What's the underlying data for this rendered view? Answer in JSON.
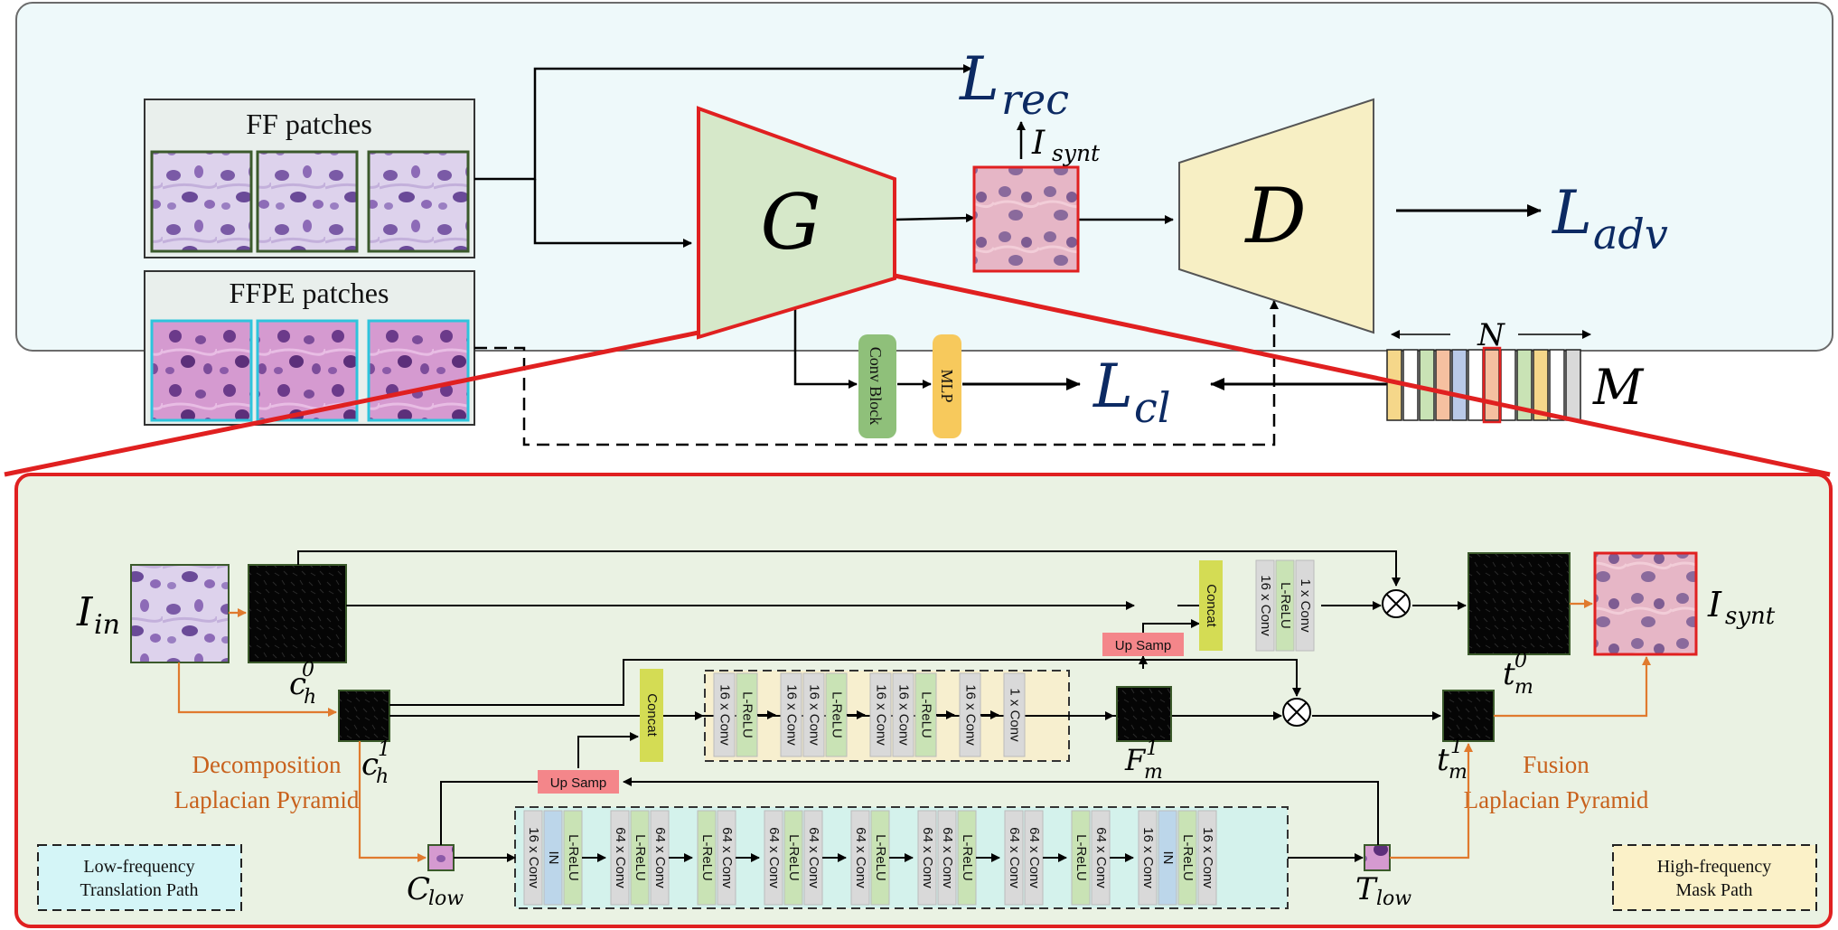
{
  "top": {
    "ff_title": "FF patches",
    "ffpe_title": "FFPE patches",
    "G": "G",
    "D": "D",
    "L_rec": {
      "base": "L",
      "sub": "rec"
    },
    "L_adv": {
      "base": "L",
      "sub": "adv"
    },
    "L_cl": {
      "base": "L",
      "sub": "cl"
    },
    "I_synt": {
      "base": "I",
      "sub": "synt"
    },
    "conv_block": "Conv Block",
    "mlp": "MLP",
    "N": "N",
    "M": "M",
    "bank_colors": [
      "#f5d78a",
      "#ffffff",
      "#c9e3b5",
      "#f5c0a0",
      "#b9c9e8",
      "#ffffff",
      "#f5c0a0",
      "#ffffff",
      "#c9e3b5",
      "#f5d78a",
      "#ffffff",
      "#d9d9d9"
    ]
  },
  "bottom": {
    "I_in": {
      "base": "I",
      "sub": "in"
    },
    "I_synt": {
      "base": "I",
      "sub": "synt"
    },
    "c_h0": {
      "base": "c",
      "sub": "h",
      "sup": "0"
    },
    "c_h1": {
      "base": "c",
      "sub": "h",
      "sup": "1"
    },
    "C_low": {
      "base": "C",
      "sub": "low"
    },
    "T_low": {
      "base": "T",
      "sub": "low"
    },
    "F_m1": {
      "base": "F",
      "sub": "m",
      "sup": "1"
    },
    "t_m0": {
      "base": "t",
      "sub": "m",
      "sup": "0"
    },
    "t_m1": {
      "base": "t",
      "sub": "m",
      "sup": "1"
    },
    "decomp_line1": "Decomposition",
    "decomp_line2": "Laplacian Pyramid",
    "fusion_line1": "Fusion",
    "fusion_line2": "Laplacian Pyramid",
    "low_freq_line1": "Low-frequency",
    "low_freq_line2": "Translation Path",
    "high_freq_line1": "High-frequency",
    "high_freq_line2": "Mask Path",
    "up_samp": "Up Samp",
    "concat": "Concat",
    "top_chain": [
      "16 x Conv",
      "L-ReLU",
      "1 x Conv"
    ],
    "mid_chain": [
      "16 x Conv",
      "L-ReLU",
      "16 x Conv",
      "16 x Conv",
      "L-ReLU",
      "16 x Conv",
      "16 x Conv",
      "L-ReLU",
      "16 x Conv",
      "1 x Conv"
    ],
    "low_chain": [
      "16 x Conv",
      "IN",
      "L-ReLU",
      "64 x Conv",
      "L-ReLU",
      "64 x Conv",
      "L-ReLU",
      "64 x Conv",
      "64 x Conv",
      "L-ReLU",
      "64 x Conv",
      "64 x Conv",
      "L-ReLU",
      "64 x Conv",
      "64 x Conv",
      "L-ReLU",
      "64 x Conv",
      "64 x Conv",
      "L-ReLU",
      "64 x Conv",
      "16 x Conv",
      "IN",
      "L-ReLU",
      "16 x Conv"
    ],
    "colors": {
      "conv": "#d9d9d9",
      "relu": "#c9e3b5",
      "norm": "#bcd6ea",
      "up_samp": "#f4868a",
      "concat": "#d4dc54",
      "decomp": "#c8611c"
    }
  }
}
